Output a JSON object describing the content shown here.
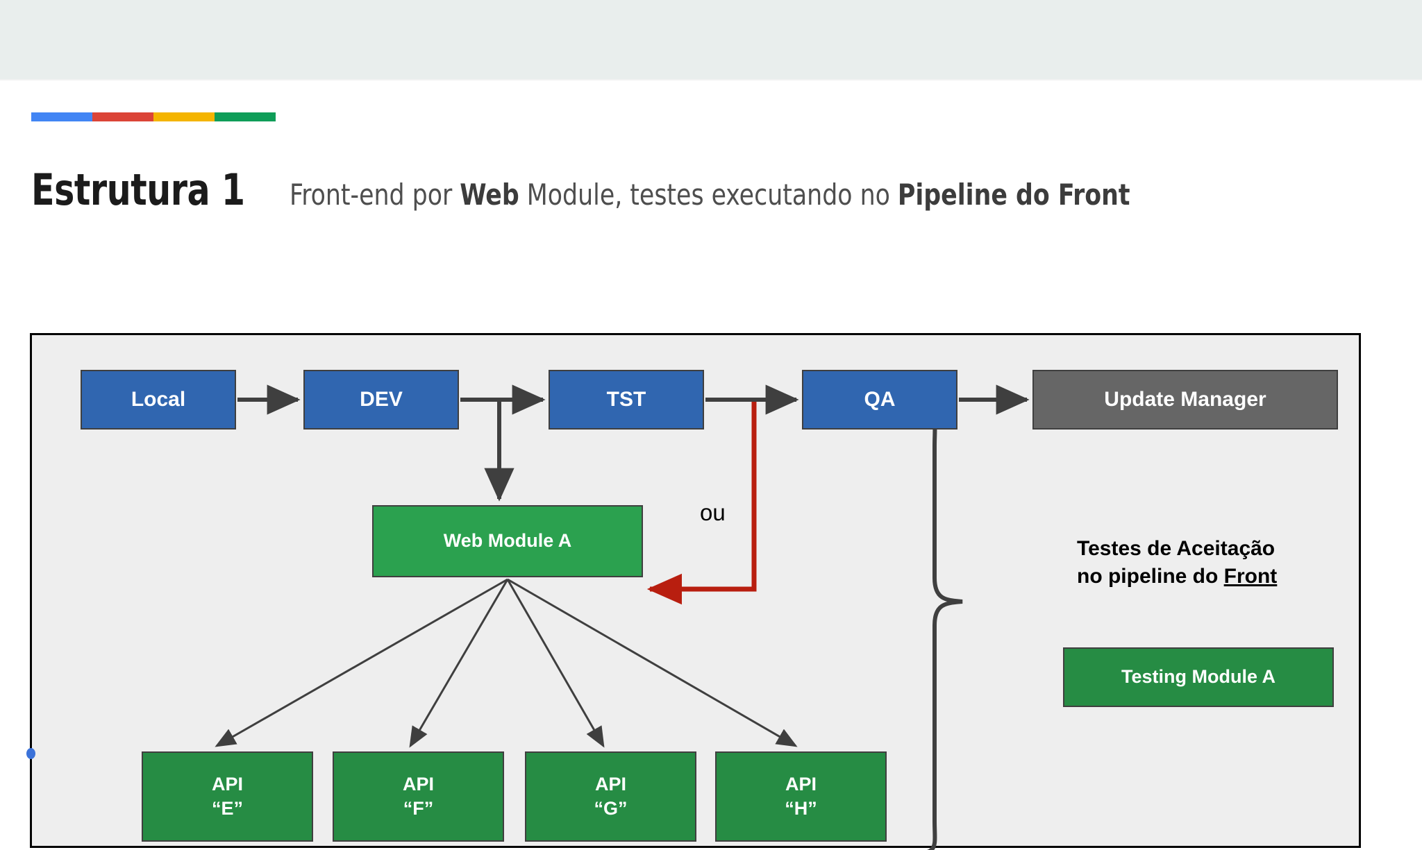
{
  "header": {
    "accent_bar_colors": [
      "#4285f4",
      "#db4437",
      "#f4b400",
      "#0f9d58"
    ],
    "title": "Estrutura 1",
    "subtitle_parts": [
      {
        "text": "Front-end por ",
        "bold": false
      },
      {
        "text": "Web",
        "bold": true
      },
      {
        "text": " Module, testes executando no ",
        "bold": false
      },
      {
        "text": "Pipeline do Front",
        "bold": true
      }
    ],
    "subtitle_plain": "Front-end por Web Module, testes executando no Pipeline do Front"
  },
  "diagram": {
    "panel_background": "#eeeeee",
    "panel_border": "#000000",
    "pipeline": {
      "nodes": [
        {
          "id": "local",
          "label": "Local",
          "color": "#3066b0"
        },
        {
          "id": "dev",
          "label": "DEV",
          "color": "#3066b0"
        },
        {
          "id": "tst",
          "label": "TST",
          "color": "#3066b0"
        },
        {
          "id": "qa",
          "label": "QA",
          "color": "#3066b0"
        },
        {
          "id": "update-manager",
          "label": "Update Manager",
          "color": "#666666"
        }
      ]
    },
    "web_module": {
      "label": "Web Module  A",
      "color": "#2ba14f"
    },
    "alt_path_label": "ou",
    "alt_path_color": "#b81e0f",
    "apis": [
      {
        "label": "API",
        "name": "“E”",
        "color": "#268c44"
      },
      {
        "label": "API",
        "name": "“F”",
        "color": "#268c44"
      },
      {
        "label": "API",
        "name": "“G”",
        "color": "#268c44"
      },
      {
        "label": "API",
        "name": "“H”",
        "color": "#268c44"
      }
    ],
    "acceptance": {
      "line1": "Testes de Aceitação",
      "line2_prefix": "no pipeline do ",
      "line2_underlined": "Front",
      "testing_module_label": "Testing Module A",
      "testing_module_color": "#268c44",
      "brace_color": "#3f3f3f"
    }
  }
}
